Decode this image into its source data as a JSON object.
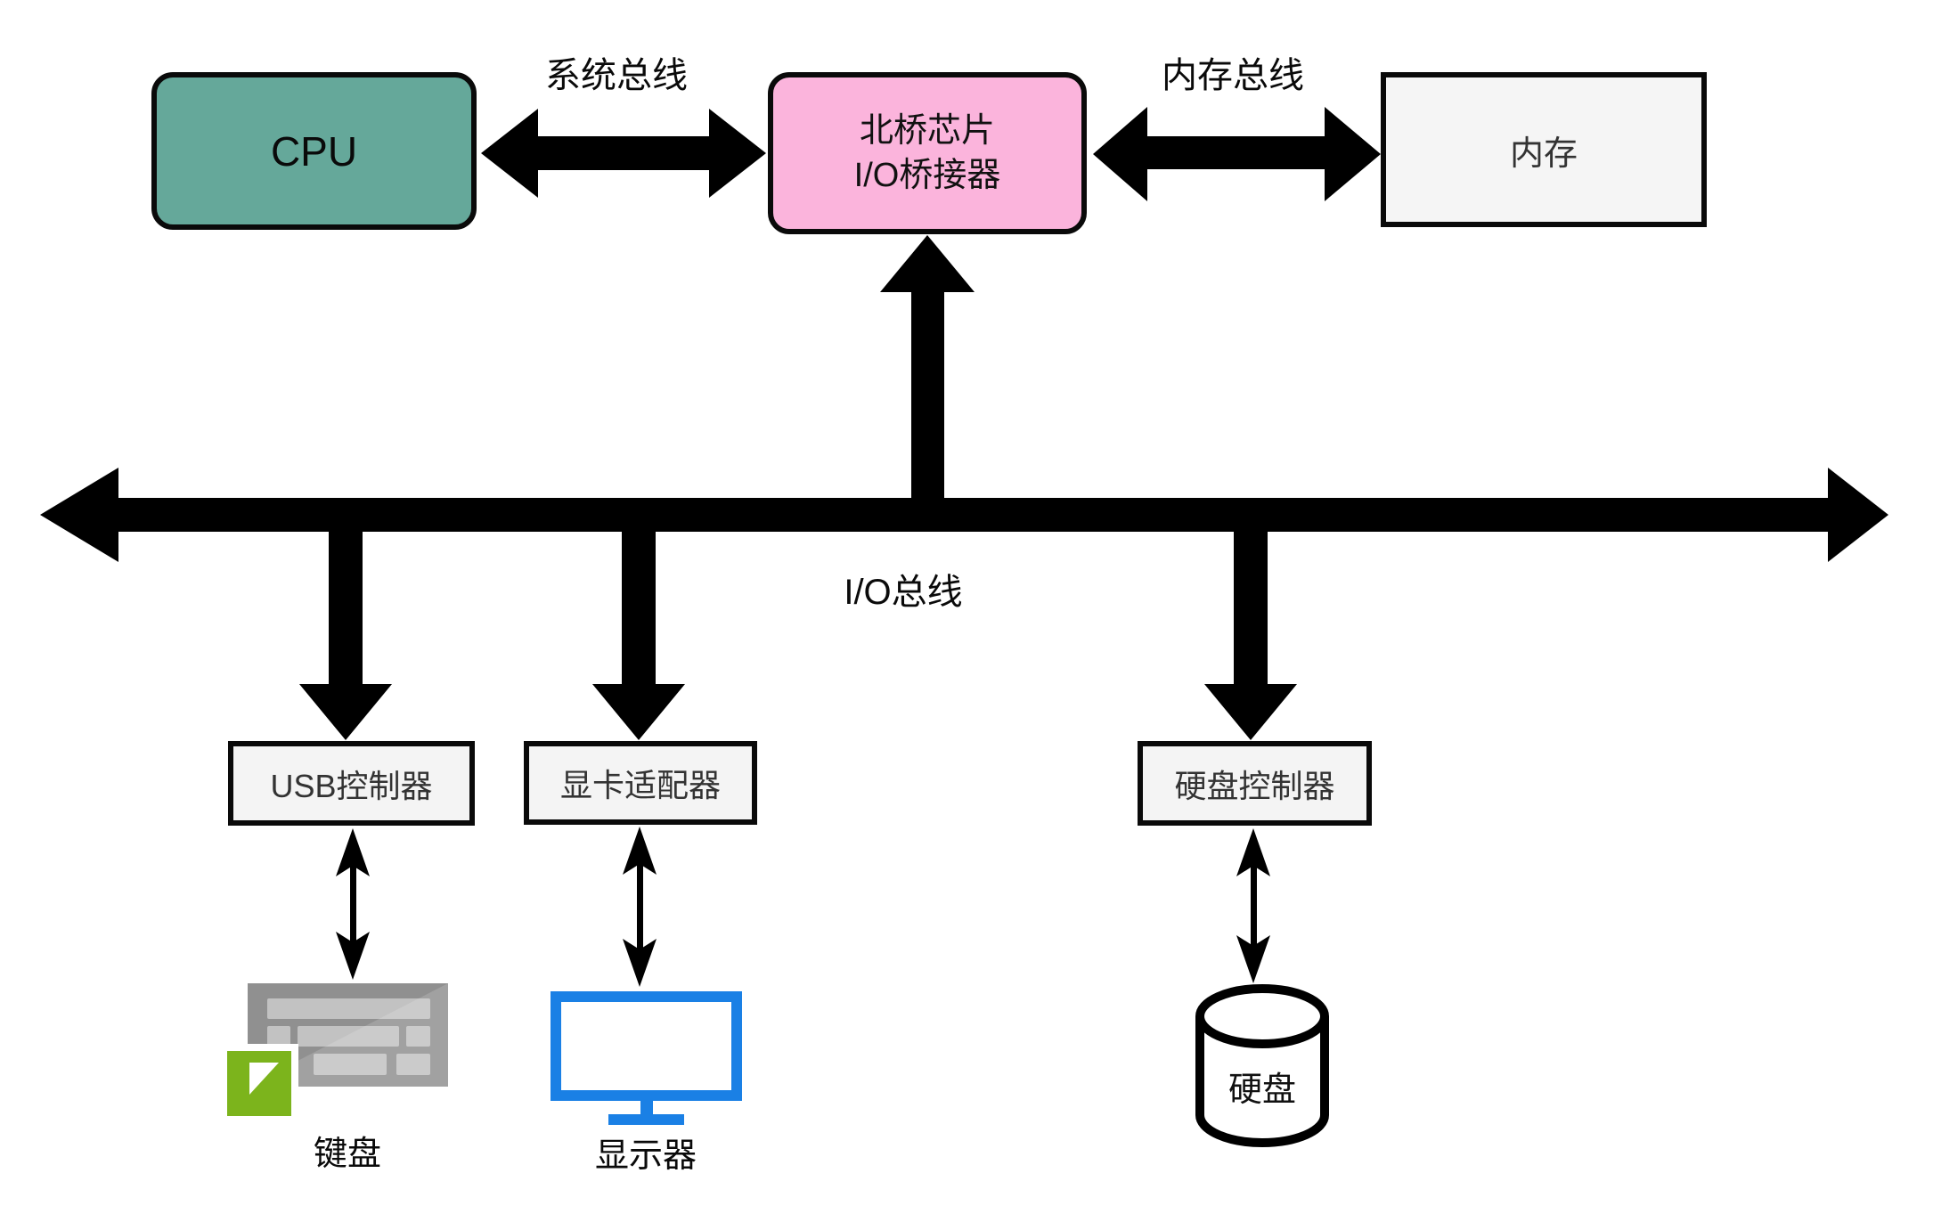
{
  "diagram": {
    "title_implicit": "",
    "nodes": {
      "cpu": {
        "label": "CPU",
        "fill": "#65a89a"
      },
      "northbridge": {
        "label_line1": "北桥芯片",
        "label_line2": "I/O桥接器",
        "fill": "#fbb4dc"
      },
      "memory": {
        "label": "内存",
        "fill": "#f5f5f5"
      },
      "usb_controller": {
        "label": "USB控制器",
        "fill": "#f4f4f4"
      },
      "graphics_adapter": {
        "label": "显卡适配器",
        "fill": "#f4f4f4"
      },
      "disk_controller": {
        "label": "硬盘控制器",
        "fill": "#f4f4f4"
      },
      "keyboard": {
        "label": "键盘"
      },
      "monitor": {
        "label": "显示器"
      },
      "hard_disk": {
        "label": "硬盘"
      }
    },
    "bus_labels": {
      "system_bus": "系统总线",
      "memory_bus": "内存总线",
      "io_bus": "I/O总线"
    },
    "colors": {
      "arrow_black": "#000000",
      "box_border": "#0a0a0a",
      "cpu_teal": "#65a89a",
      "northbridge_pink": "#fbb4dc",
      "light_box_gray": "#f4f4f4",
      "monitor_blue": "#1a80e5",
      "keyboard_body_gray": "#909090",
      "keyboard_key_gray": "#c2c2c2",
      "badge_green": "#7cb41c",
      "cylinder_fill": "#ffffff"
    }
  }
}
